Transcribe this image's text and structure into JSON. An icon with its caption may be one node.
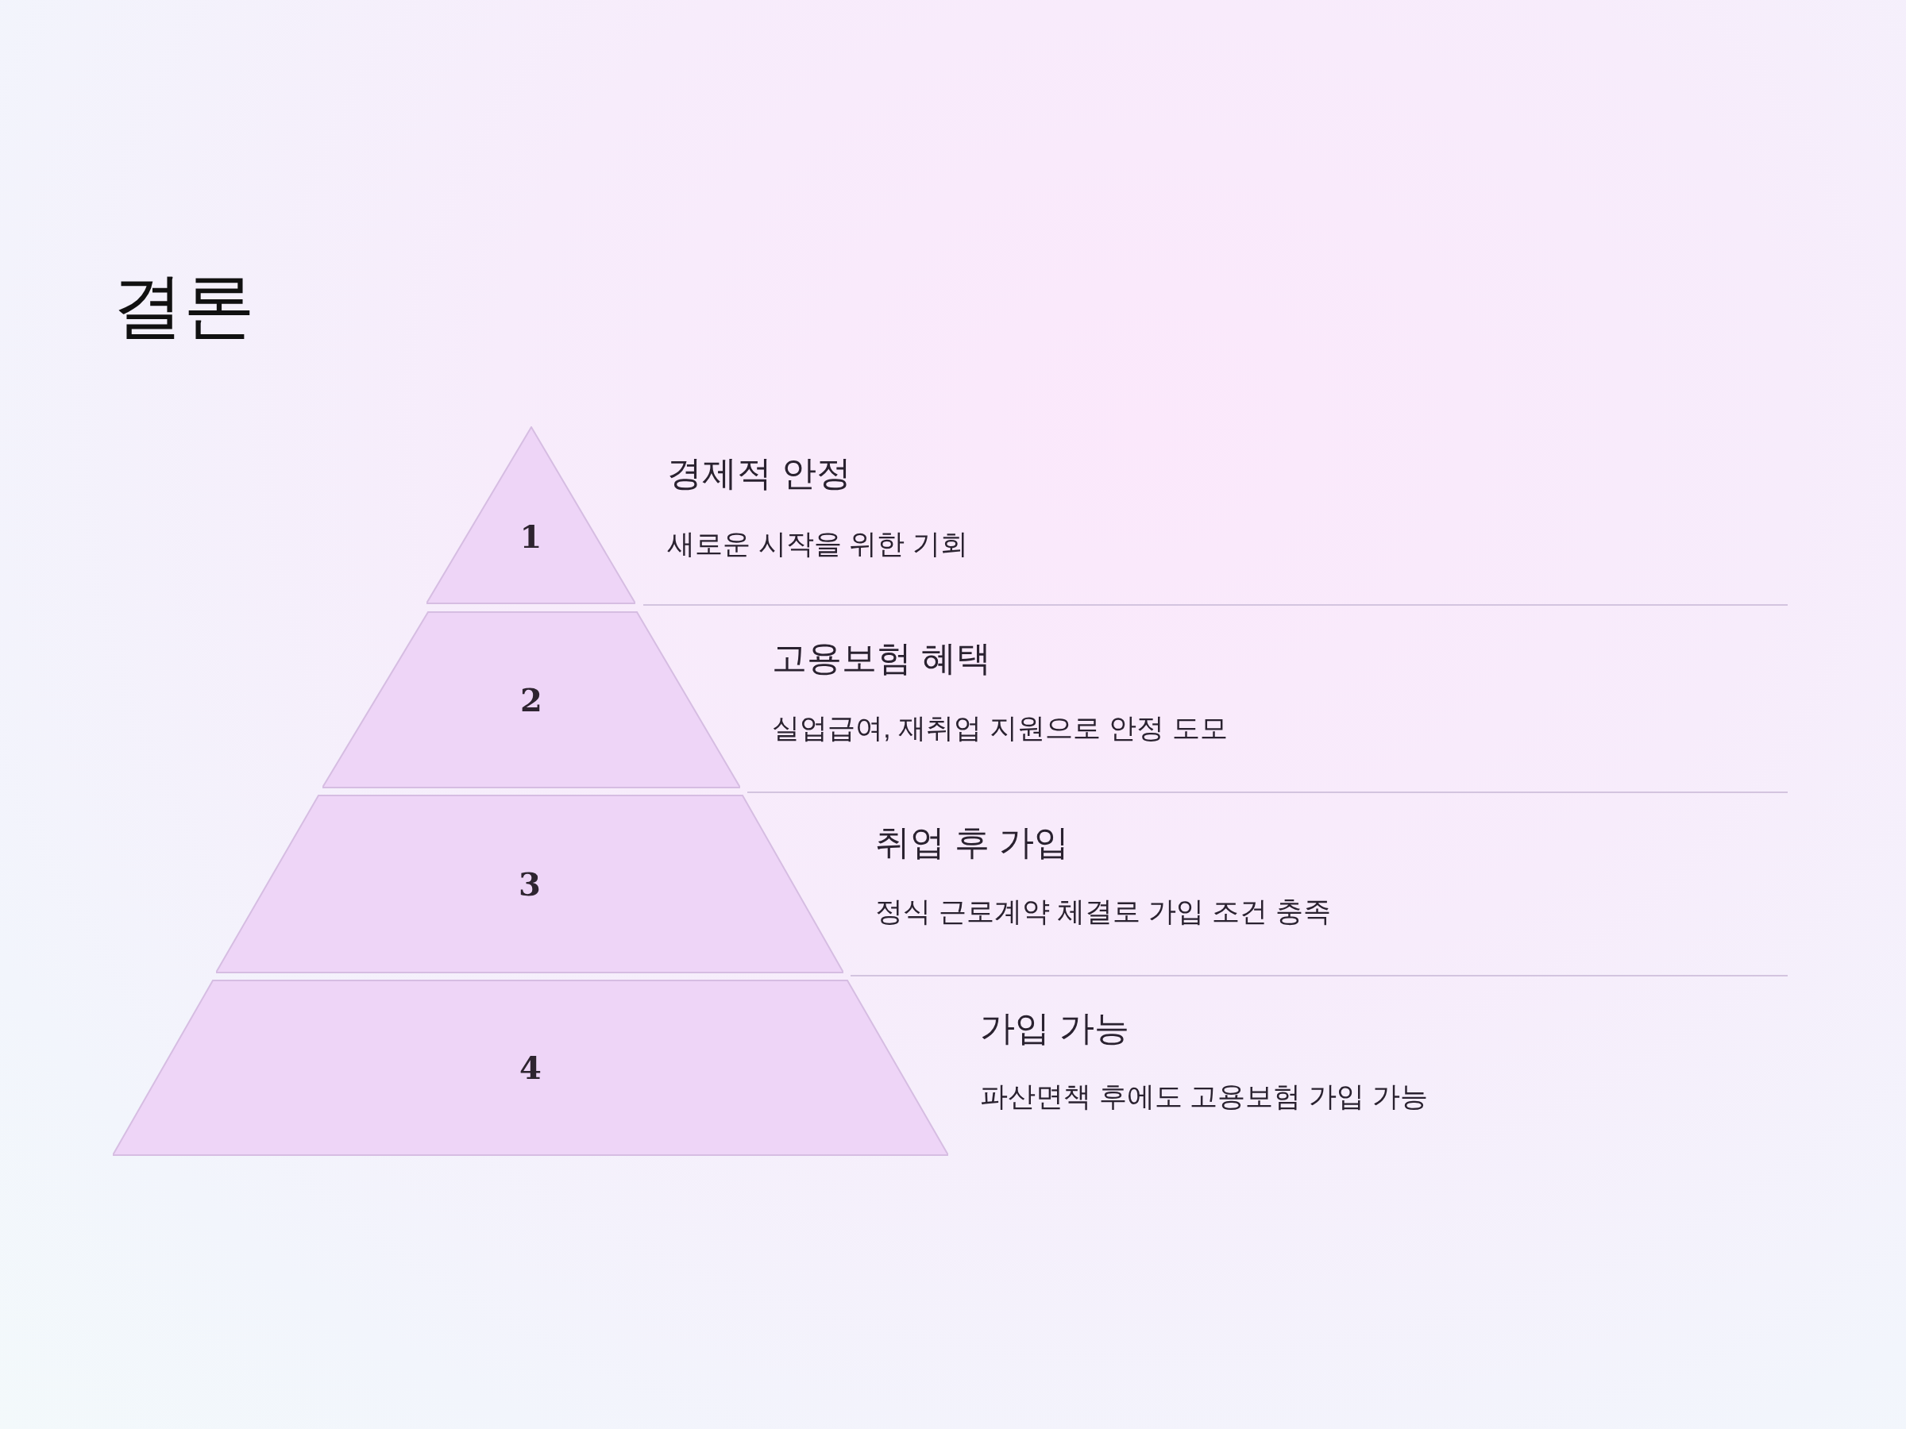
{
  "diagram": {
    "title": "결론",
    "nodes": [
      {
        "text": [
          "1"
        ],
        "beside": [
          "경제적 안정",
          "새로운 시작을 위한 기회"
        ]
      },
      {
        "text": [
          "2"
        ],
        "beside": [
          "고용보험 혜택",
          "실업급여, 재취업 지원으로 안정 도모"
        ]
      },
      {
        "text": [
          "3"
        ],
        "beside": [
          "취업 후 가입",
          "정식 근로계약 체결로 가입 조건 충족"
        ]
      },
      {
        "text": [
          "4"
        ],
        "beside": [
          "가입 가능",
          "파산면책 후에도 고용보험 가입 가능"
        ]
      }
    ],
    "edges": []
  }
}
